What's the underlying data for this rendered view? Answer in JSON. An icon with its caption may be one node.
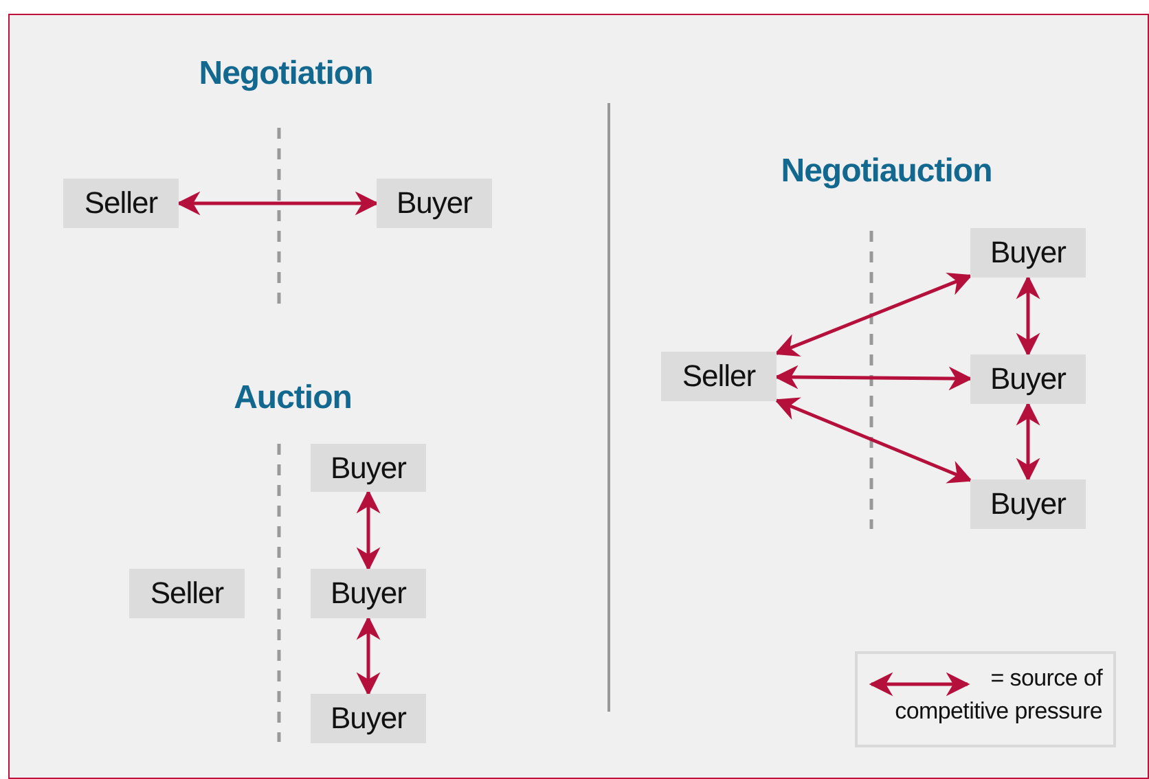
{
  "diagram": {
    "nodes": [
      {
        "text": [
          "Seller"
        ]
      },
      {
        "text": [
          "Buyer"
        ]
      },
      {
        "text": [
          "Buyer"
        ]
      },
      {
        "text": [
          "Seller"
        ]
      },
      {
        "text": [
          "Buyer"
        ]
      },
      {
        "text": [
          "Buyer"
        ]
      },
      {
        "text": [
          "Buyer"
        ]
      },
      {
        "text": [
          "Seller"
        ]
      },
      {
        "text": [
          "Buyer"
        ]
      },
      {
        "text": [
          "Buyer"
        ]
      }
    ],
    "edges": [
      {
        "from": 0,
        "to": 1,
        "arrow": "both"
      },
      {
        "from": 2,
        "to": 4,
        "arrow": "both"
      },
      {
        "from": 4,
        "to": 5,
        "arrow": "both"
      },
      {
        "from": 7,
        "to": 6,
        "arrow": "both"
      },
      {
        "from": 7,
        "to": 8,
        "arrow": "both"
      },
      {
        "from": 7,
        "to": 9,
        "arrow": "both"
      },
      {
        "from": 6,
        "to": 8,
        "arrow": "both"
      },
      {
        "from": 8,
        "to": 9,
        "arrow": "both"
      }
    ],
    "labels": [
      "Negotiation",
      "Negotiauction",
      "Auction"
    ],
    "legend": [
      {
        "text": "= source of competitive pressure"
      }
    ]
  }
}
